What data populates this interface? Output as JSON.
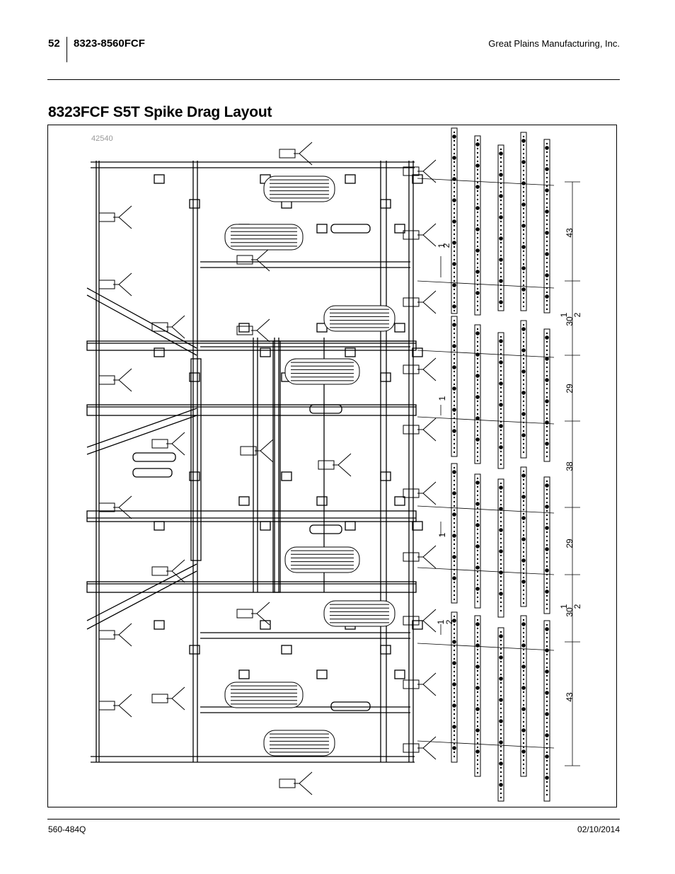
{
  "header": {
    "page_number": "52",
    "model": "8323-8560FCF",
    "company": "Great Plains Manufacturing, Inc."
  },
  "section_title": "8323FCF S5T Spike Drag Layout",
  "figure": {
    "figure_id": "42540",
    "dimensions": [
      "43",
      "30",
      "1",
      "2",
      "29",
      "38",
      "29",
      "30",
      "1",
      "2",
      "43"
    ],
    "offset_labels": [
      "1",
      "2",
      "1",
      "1",
      "1",
      "2"
    ]
  },
  "footer": {
    "doc_number": "560-484Q",
    "date": "02/10/2014"
  }
}
